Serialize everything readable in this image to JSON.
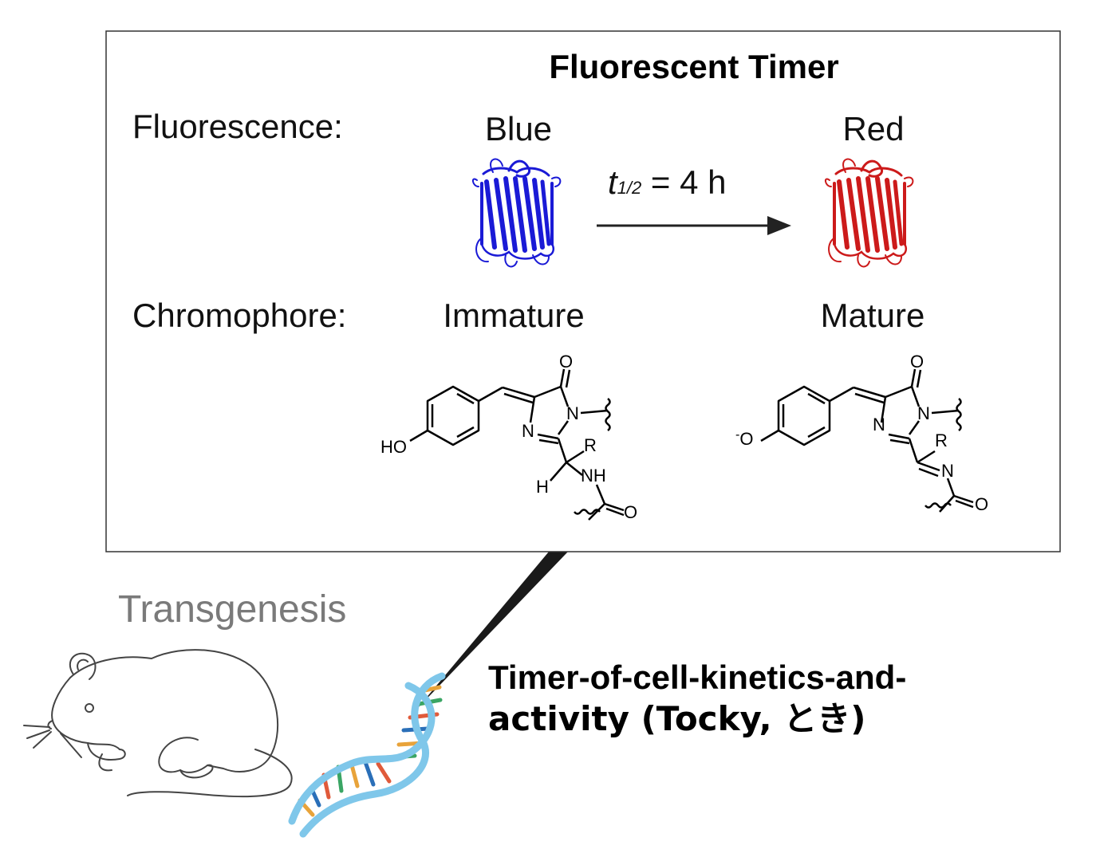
{
  "diagram": {
    "title": "Fluorescent Timer",
    "fluorescence_label": "Fluorescence:",
    "blue_label": "Blue",
    "red_label": "Red",
    "half_life": {
      "symbol": "t",
      "subscript": "1/2",
      "value": " = 4 h"
    },
    "chromophore_label": "Chromophore:",
    "immature_label": "Immature",
    "mature_label": "Mature",
    "immature_atoms": {
      "o": "O",
      "n1": "N",
      "n2": "N",
      "ho": "HO",
      "r": "R",
      "h": "H",
      "nh": "NH",
      "o2": "O"
    },
    "mature_atoms": {
      "o": "O",
      "n1": "N",
      "n2": "N",
      "ominus_sup": "-",
      "ominus": "O",
      "r": "R",
      "n3": "N",
      "o2": "O"
    },
    "transgenesis_label": "Transgenesis",
    "tocky_line1": "Timer-of-cell-kinetics-and-",
    "tocky_line2": "activity (Tocky, とき)"
  },
  "colors": {
    "blue_protein": "#1a1ad6",
    "red_protein": "#cc1a1a",
    "transgenesis_gray": "#7a7a7a",
    "dna_backbone": "#7fc7ea",
    "dna_rungs": [
      "#e8a33a",
      "#3aa564",
      "#e05a3a",
      "#2a6fb8"
    ]
  },
  "icons": {
    "blue": "beta-barrel-protein-icon",
    "red": "beta-barrel-protein-icon",
    "mouse": "mouse-icon",
    "dna": "dna-helix-icon",
    "arrow": "right-arrow-icon"
  }
}
